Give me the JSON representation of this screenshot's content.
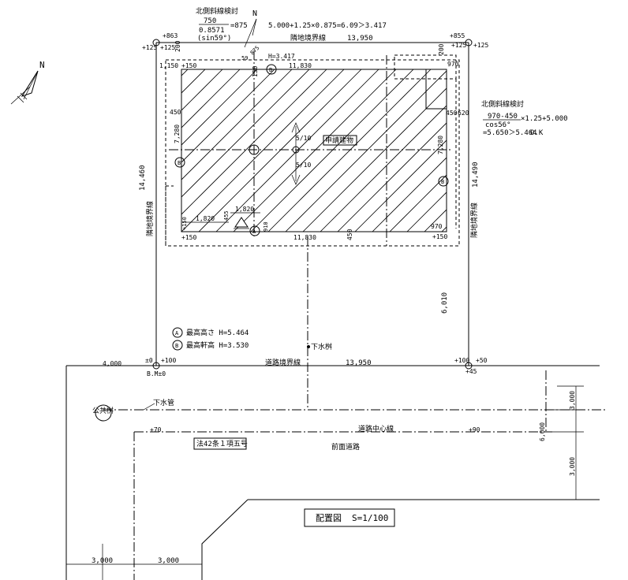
{
  "title": {
    "label": "配置図",
    "scale": "S=1/100"
  },
  "north_check_top": {
    "heading": "北側斜線検討",
    "numerator": "750",
    "denominator": "0.8571",
    "angle": "(sin59°)",
    "result": "=875",
    "formula": "5.000+1.25×0.875=6.09＞3.417"
  },
  "north_check_right": {
    "heading": "北側斜線検討",
    "numerator": "970-450",
    "denominator": "cos56°",
    "factor": "×1.25+5.000",
    "result": "=5.650＞5.464",
    "ok": "O.K"
  },
  "north_label": "N",
  "building": {
    "label": "申請建物",
    "height_mark": "H=3.417"
  },
  "legend": [
    {
      "mark": "A",
      "text": "最高高さ H=5.464"
    },
    {
      "mark": "B",
      "text": "最高軒高 H=3.530"
    }
  ],
  "boundary": {
    "neighbor": "隣地境界線",
    "road": "道路境界線",
    "road_center": "道路中心線",
    "front_road": "前面道路",
    "law": "法42条１項五号"
  },
  "utilities": {
    "inlet": "下水桝",
    "sewer": "下水管",
    "public": "公共桝"
  },
  "benchmark": "B.M±0",
  "levels": {
    "tl1": "+863",
    "tl2": "+125",
    "tl3": "+125",
    "tr1": "+855",
    "tr2": "+125",
    "tr3": "+125",
    "bl1": "±0",
    "bl2": "+100",
    "br1": "+100",
    "br2": "+50",
    "br3": "+45",
    "c1": "+150",
    "c2": "+150",
    "c3": "+150",
    "c4": "+150",
    "r1": "+70",
    "r2": "+90"
  },
  "dims": {
    "top_width": "13,950",
    "top_inner": "11,830",
    "bottom_inner": "11,830",
    "road_width": "13,950",
    "left_1150": "1,150",
    "d200a": "200",
    "d200b": "200",
    "d970a": "970",
    "d970b": "970",
    "d450a": "450",
    "d450b": "450",
    "d450c": "450",
    "d620": "620",
    "d7280a": "7,280",
    "d7280b": "7,280",
    "left_14460": "14,460",
    "right_14490": "14,490",
    "d6010": "6,010",
    "d4000": "4,000",
    "d1820a": "1,820",
    "d1820b": "1,820",
    "d455": "455",
    "d910": "910",
    "d3000a": "3,000",
    "d3000b": "3,000",
    "d6000": "6,000",
    "d3000c": "3,000",
    "d3000d": "3,000",
    "d150a": "150",
    "d875": "875",
    "d59": "59",
    "slope1": "5/10",
    "slope2": "5/10"
  }
}
